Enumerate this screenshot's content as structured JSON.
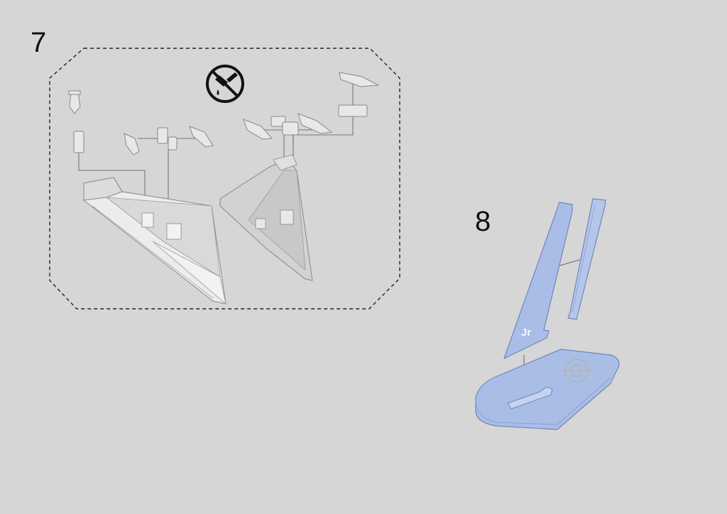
{
  "steps": [
    {
      "number": "7"
    },
    {
      "number": "8"
    }
  ],
  "icons": {
    "no_glue": "no-glue-icon",
    "logo": "jr-logo"
  },
  "colors": {
    "background": "#d6d6d6",
    "grey_part": "#e4e4e4",
    "part_outline": "#8a8a8a",
    "acrylic_fill": "#a9bde6",
    "acrylic_outline": "#6f86bd",
    "dashed_frame": "#222222"
  },
  "logo_text": "Jr"
}
